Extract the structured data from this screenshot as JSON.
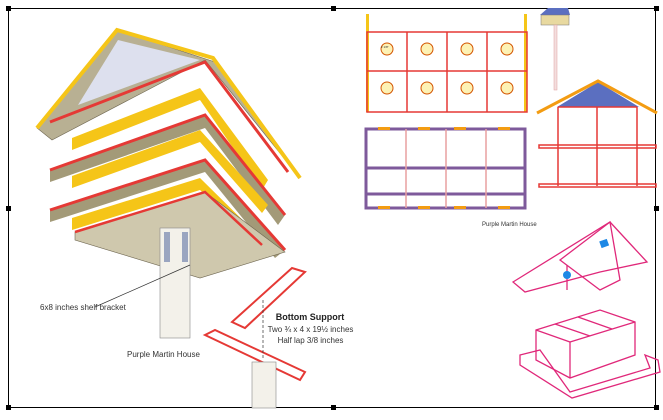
{
  "left_drawing": {
    "bracket_label": "6x8 inches shelf bracket",
    "support_title": "Bottom Support",
    "support_dims": "Two ¾ x 4 x 19½ inches",
    "support_lap": "Half lap 3/8 inches",
    "caption": "Purple Martin House"
  },
  "right_drawing": {
    "caption": "Purple Martin  House",
    "hole_label": "2 1/8\""
  },
  "colors": {
    "red": "#e53935",
    "yellow": "#f5c518",
    "wood": "#a39a78",
    "purple": "#7e5a9b",
    "orange": "#f39c12",
    "blue": "#5b6fc0",
    "magenta": "#e0287a",
    "cyan": "#1e88e5"
  }
}
